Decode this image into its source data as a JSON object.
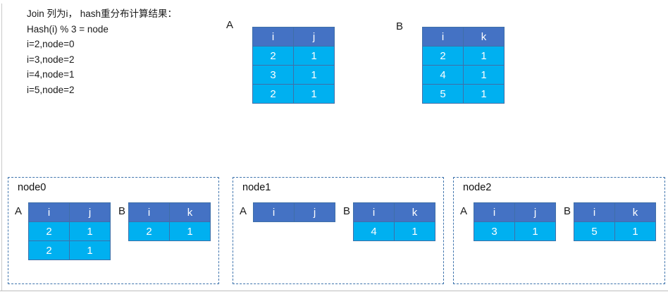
{
  "title_block": {
    "lines": [
      "Join 列为i， hash重分布计算结果：",
      "Hash(i) % 3 = node",
      "i=2,node=0",
      "i=3,node=2",
      "i=4,node=1",
      "i=5,node=2"
    ]
  },
  "top_tables": [
    {
      "label": "A",
      "headers": [
        "i",
        "j"
      ],
      "rows": [
        [
          "2",
          "1"
        ],
        [
          "3",
          "1"
        ],
        [
          "2",
          "1"
        ]
      ]
    },
    {
      "label": "B",
      "headers": [
        "i",
        "k"
      ],
      "rows": [
        [
          "2",
          "1"
        ],
        [
          "4",
          "1"
        ],
        [
          "5",
          "1"
        ]
      ]
    }
  ],
  "nodes": [
    {
      "title": "node0",
      "a": {
        "label": "A",
        "headers": [
          "i",
          "j"
        ],
        "rows": [
          [
            "2",
            "1"
          ],
          [
            "2",
            "1"
          ]
        ]
      },
      "b": {
        "label": "B",
        "headers": [
          "i",
          "k"
        ],
        "rows": [
          [
            "2",
            "1"
          ]
        ]
      }
    },
    {
      "title": "node1",
      "a": {
        "label": "A",
        "headers": [
          "i",
          "j"
        ],
        "rows": []
      },
      "b": {
        "label": "B",
        "headers": [
          "i",
          "k"
        ],
        "rows": [
          [
            "4",
            "1"
          ]
        ]
      }
    },
    {
      "title": "node2",
      "a": {
        "label": "A",
        "headers": [
          "i",
          "j"
        ],
        "rows": [
          [
            "3",
            "1"
          ]
        ]
      },
      "b": {
        "label": "B",
        "headers": [
          "i",
          "k"
        ],
        "rows": [
          [
            "5",
            "1"
          ]
        ]
      }
    }
  ],
  "colors": {
    "table_header_blue": "#4472C4",
    "table_cell_cyan": "#00B0F0",
    "table_border_blue": "#3F6FA8",
    "node_box_dashed_border": "#3F74AD"
  }
}
